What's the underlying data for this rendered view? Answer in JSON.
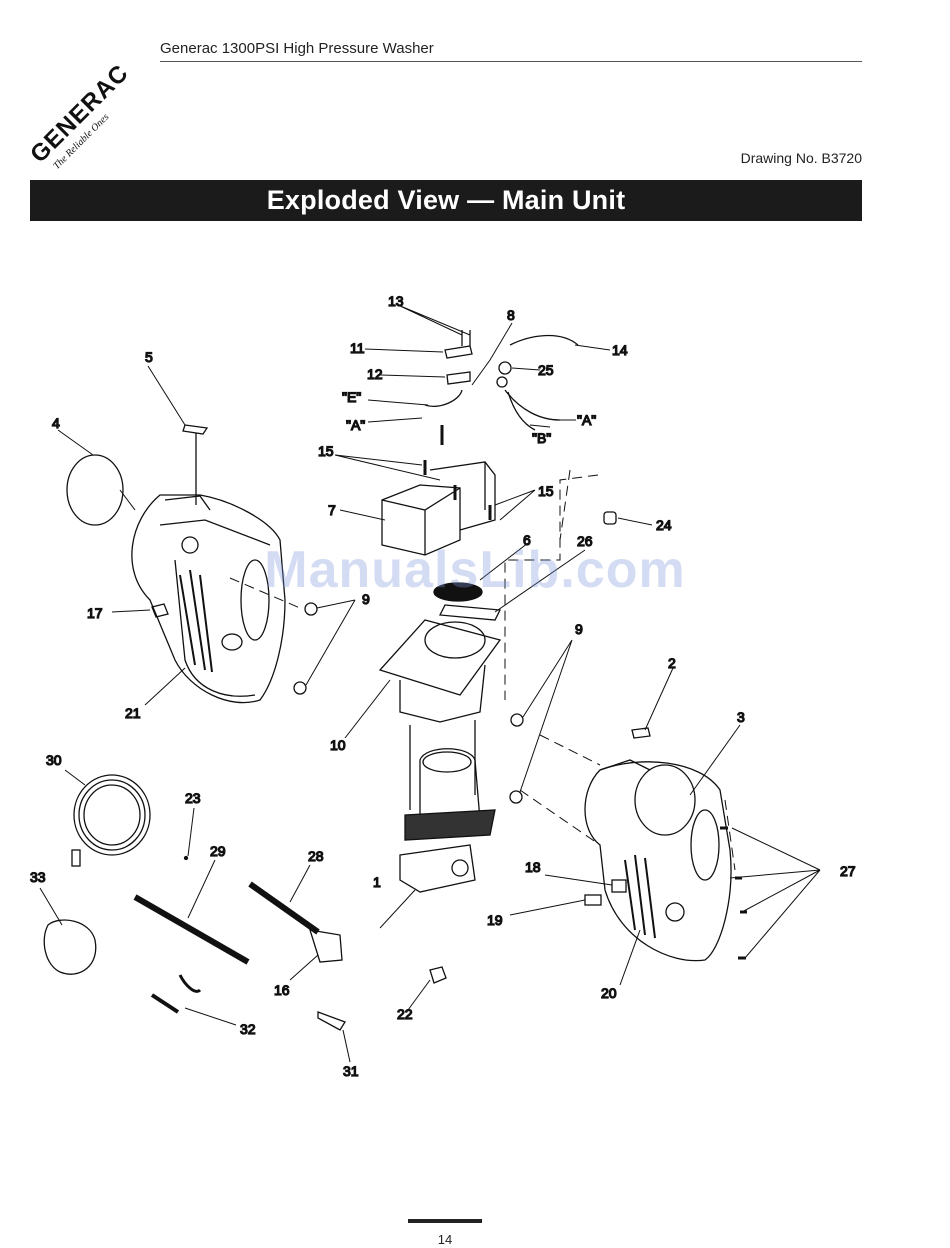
{
  "header": {
    "title": "Generac 1300PSI High Pressure Washer",
    "brand": "GENERAC",
    "tagline": "The Reliable Ones",
    "drawing_number": "Drawing No. B3720"
  },
  "banner": {
    "title": "Exploded View — Main Unit"
  },
  "diagram": {
    "callouts": [
      "1",
      "2",
      "3",
      "4",
      "5",
      "6",
      "7",
      "8",
      "9",
      "9",
      "10",
      "11",
      "12",
      "13",
      "14",
      "15",
      "15",
      "16",
      "17",
      "18",
      "19",
      "20",
      "21",
      "22",
      "23",
      "24",
      "25",
      "26",
      "27",
      "28",
      "29",
      "30",
      "31",
      "32",
      "33",
      "\"E\"",
      "\"A\"",
      "\"A\"",
      "\"B\""
    ]
  },
  "watermark": "ManualsLib.com",
  "footer": {
    "page_number": "14"
  },
  "colors": {
    "banner_bg": "#1b1b1b",
    "banner_text": "#ffffff",
    "line": "#111111"
  }
}
